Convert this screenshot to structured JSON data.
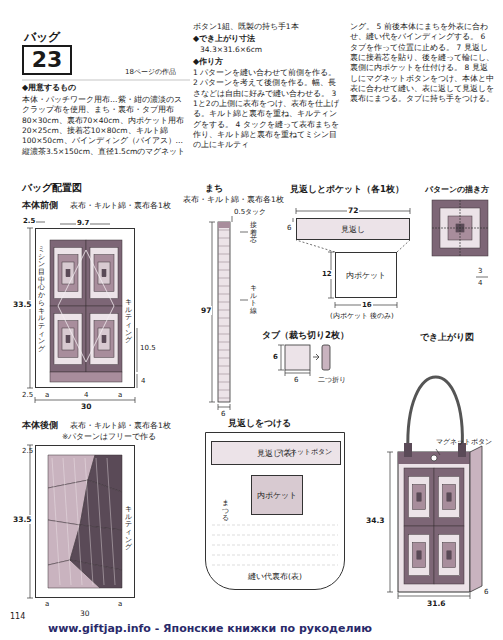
{
  "diagram": {
    "nodes": [
      {
        "text": [
          "バッグ",
          "23"
        ]
      },
      {
        "text": [
          "キルティング"
        ]
      },
      {
        "text": [
          "キルティング"
        ]
      },
      {
        "text": [
          "見返し"
        ]
      },
      {
        "text": [
          "内ポケット"
        ]
      },
      {
        "text": [
          "縫い代裏布(表)"
        ]
      },
      {
        "text": [
          "見返し(表)"
        ],
        "in": 5
      },
      {
        "text": [
          "内ポケット"
        ],
        "in": 5
      }
    ],
    "labels": [
      "18ページの作品",
      "◆用意するもの",
      "本体・パッチワーク用布…紫・紺の濃淡のスクラップ布を使用、まち・裏布・タブ用布80×30cm、裏布70×40cm、内ポケット用布20×25cm、接着芯10×80cm、キルト綿100×50cm、バインディング（バイアス）…縦濃茶3.5×150cm、直径1.5cmのマグネット",
      "ボタン1組、既製の持ち手1本",
      "◆でき上がり寸法",
      "34.3×31.6×6cm",
      "◆作り方",
      "1 パターンを縫い合わせて前側を作る。 2 パターンを考えて後側を作る。幅、長さなどは自由に好みで縫い合わせる。 3 1と2の上側に表布をつけ、表布を仕上げる。キルト綿と裏布を重ね、キルティングをする。 4 タックを縫って表布まちを作り、キルト綿と裏布を重ねてミシン目の上にキルティ",
      "ング。 5 前後本体にまちを外表に合わせ、縫い代をバインディングする。 6 タブを作って位置に止める。 7 見返し裏に接着芯を貼り、後を縫って輪にし、裏側に内ポケットを仕付ける。 8 見返しにマグネットボタンをつけ、本体と中表に合わせて縫い、表に返して見返しを裏布にまつる。タブに持ち手をつける。",
      "バッグ配置図",
      "本体前側",
      "表布・キルト綿・裏布各1枚",
      "2.5",
      "9.7",
      "33.5",
      "ミシン目中心からキルティング",
      "10.5",
      "4",
      "2.5",
      "a",
      "4",
      "a",
      "30",
      "本体後側",
      "表布・キルト綿・裏布各1枚",
      "※パターンはフリーで作る",
      "2.5",
      "33.5",
      "a",
      "a",
      "30",
      "まち",
      "表布・キルト綿・裏布各1枚",
      "0.5タック",
      "接着芯",
      "キルト線",
      "97",
      "6",
      "見返しとポケット（各1枚）",
      "72",
      "6",
      "12",
      "16",
      "(内ポケット 後のみ)",
      "パターンの描き方",
      "3",
      "4",
      "タブ（裁ち切り2枚）",
      "6",
      "6",
      "二つ折り",
      "でき上がり図",
      "見返しをつける",
      "マグネットボタン",
      "まつる",
      "マグネットボタン",
      "34.3",
      "6",
      "31.6",
      "114",
      "www.giftjap.info - Японские книжки по рукоделию"
    ]
  }
}
